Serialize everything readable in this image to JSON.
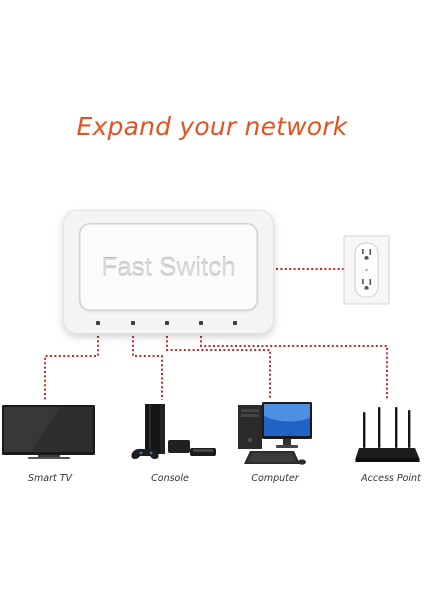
{
  "headline": "Expand your network",
  "switch": {
    "label": "Fast Switch"
  },
  "devices": [
    {
      "label": "Smart TV",
      "icon": "tv-icon"
    },
    {
      "label": "Console",
      "icon": "game-console-icon"
    },
    {
      "label": "Computer",
      "icon": "desktop-computer-icon"
    },
    {
      "label": "Access Point",
      "icon": "wifi-router-icon"
    }
  ],
  "wall_outlet": {
    "icon": "wall-outlet-icon"
  },
  "colors": {
    "headline": "#e2531f",
    "connector": "#c62828"
  }
}
